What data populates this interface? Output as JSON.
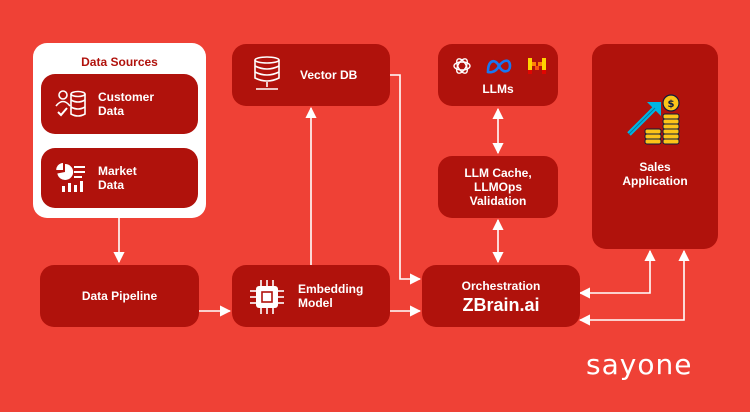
{
  "data_sources": {
    "title": "Data Sources",
    "items": [
      {
        "label": "Customer\nData",
        "icon": "customer-data-icon"
      },
      {
        "label": "Market\nData",
        "icon": "market-data-icon"
      }
    ]
  },
  "data_pipeline": {
    "label": "Data Pipeline"
  },
  "embedding_model": {
    "label": "Embedding\nModel",
    "icon": "chip-icon"
  },
  "vector_db": {
    "label": "Vector DB",
    "icon": "database-icon"
  },
  "llms": {
    "label": "LLMs",
    "icons": [
      "openai-icon",
      "meta-icon",
      "mistral-icon"
    ]
  },
  "llm_cache": {
    "label": "LLM Cache,\nLLMOps\nValidation"
  },
  "orchestration": {
    "label": "Orchestration",
    "brand": "ZBrain.ai"
  },
  "sales_application": {
    "label": "Sales\nApplication",
    "icon": "growth-coins-icon"
  },
  "logo": {
    "text": "sayone"
  },
  "colors": {
    "background": "#ef4136",
    "box": "#b0120c",
    "panel": "#ffffff",
    "wire": "#ffffff"
  }
}
